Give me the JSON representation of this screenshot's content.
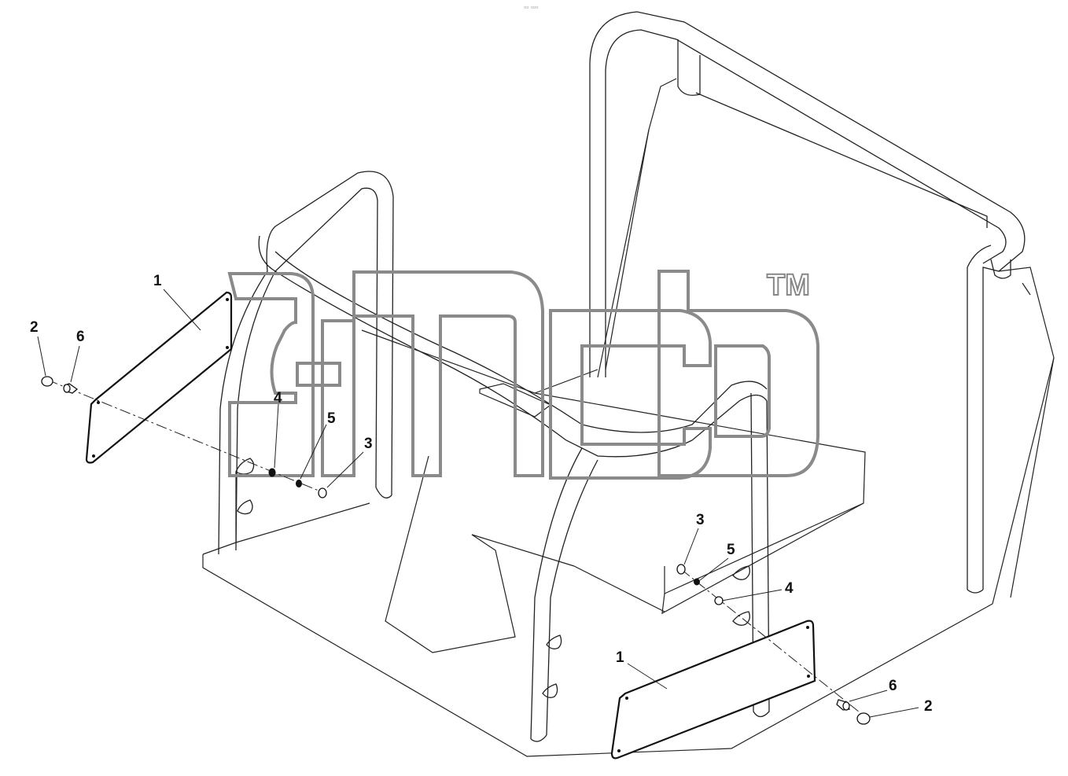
{
  "header": {
    "dots": "▫▫ ▫▫▫"
  },
  "watermark": {
    "trademark": "TM"
  },
  "callouts": [
    {
      "id": "left-1",
      "label": "1"
    },
    {
      "id": "left-2",
      "label": "2"
    },
    {
      "id": "left-6",
      "label": "6"
    },
    {
      "id": "left-4",
      "label": "4"
    },
    {
      "id": "left-5",
      "label": "5"
    },
    {
      "id": "left-3",
      "label": "3"
    },
    {
      "id": "right-3",
      "label": "3"
    },
    {
      "id": "right-5",
      "label": "5"
    },
    {
      "id": "right-4",
      "label": "4"
    },
    {
      "id": "right-1",
      "label": "1"
    },
    {
      "id": "right-6",
      "label": "6"
    },
    {
      "id": "right-2",
      "label": "2"
    }
  ]
}
